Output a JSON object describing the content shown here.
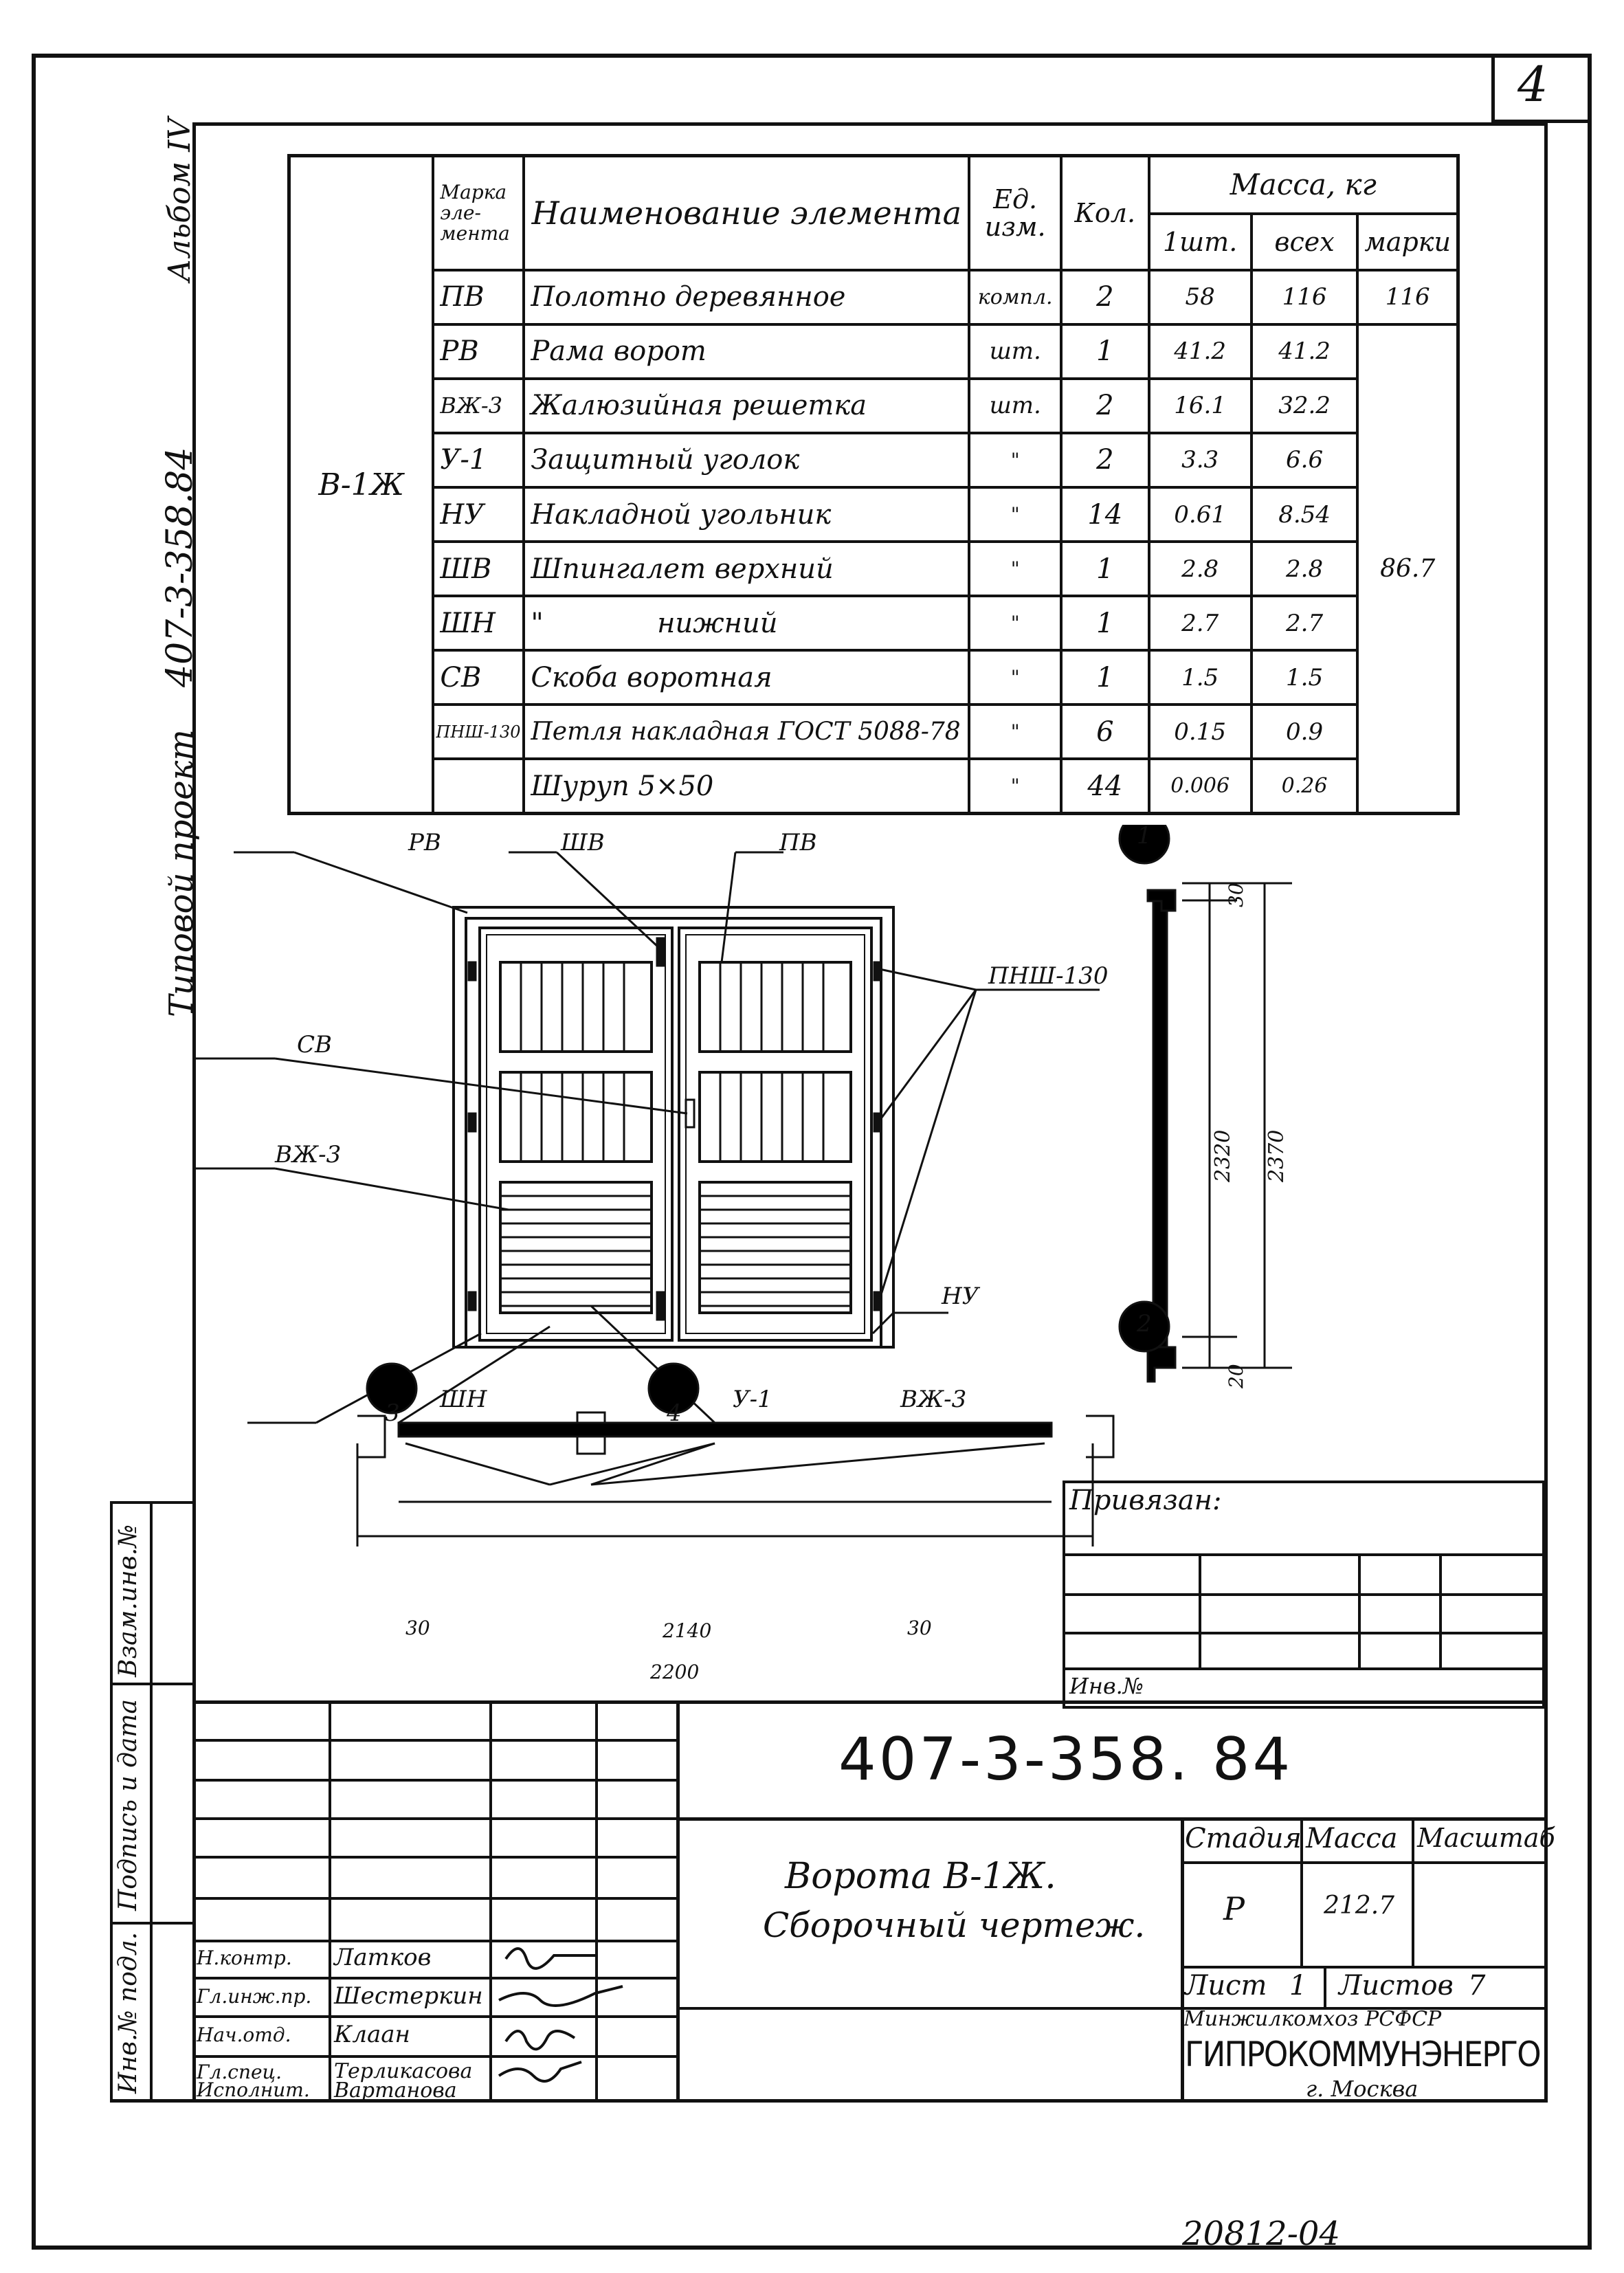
{
  "sheet": {
    "page_number": "4",
    "side_album": "Альбом IV",
    "side_project_label": "Типовой проект",
    "side_project_code": "407-3-358.84",
    "bottom_number": "20812-04"
  },
  "spec_table": {
    "headers": {
      "mark": "Марка эле- мента",
      "name": "Наименование элемента",
      "unit": "Ед. изм.",
      "qty": "Кол.",
      "mass": "Масса, кг",
      "mass_one": "1шт.",
      "mass_all": "всех",
      "mass_mark": "марки"
    },
    "group_mark": "В-1Ж",
    "total_mass_mark": "86.7",
    "rows": [
      {
        "mark": "ПВ",
        "name": "Полотно деревянное",
        "unit": "компл.",
        "qty": "2",
        "one": "58",
        "all": "116",
        "markmass": "116"
      },
      {
        "mark": "РВ",
        "name": "Рама ворот",
        "unit": "шт.",
        "qty": "1",
        "one": "41.2",
        "all": "41.2",
        "markmass": ""
      },
      {
        "mark": "ВЖ-3",
        "name": "Жалюзийная решетка",
        "unit": "шт.",
        "qty": "2",
        "one": "16.1",
        "all": "32.2",
        "markmass": ""
      },
      {
        "mark": "У-1",
        "name": "Защитный уголок",
        "unit": "\"",
        "qty": "2",
        "one": "3.3",
        "all": "6.6",
        "markmass": ""
      },
      {
        "mark": "НУ",
        "name": "Накладной угольник",
        "unit": "\"",
        "qty": "14",
        "one": "0.61",
        "all": "8.54",
        "markmass": ""
      },
      {
        "mark": "ШВ",
        "name": "Шпингалет верхний",
        "unit": "\"",
        "qty": "1",
        "one": "2.8",
        "all": "2.8",
        "markmass": ""
      },
      {
        "mark": "ШН",
        "name": "\"             нижний",
        "unit": "\"",
        "qty": "1",
        "one": "2.7",
        "all": "2.7",
        "markmass": ""
      },
      {
        "mark": "СВ",
        "name": "Скоба воротная",
        "unit": "\"",
        "qty": "1",
        "one": "1.5",
        "all": "1.5",
        "markmass": ""
      },
      {
        "mark": "ПНШ-130",
        "name": "Петля накладная ГОСТ 5088-78",
        "unit": "\"",
        "qty": "6",
        "one": "0.15",
        "all": "0.9",
        "markmass": ""
      },
      {
        "mark": "",
        "name": "Шуруп  5×50",
        "unit": "\"",
        "qty": "44",
        "one": "0.006",
        "all": "0.26",
        "markmass": ""
      }
    ]
  },
  "drawing": {
    "callouts": [
      "РВ",
      "ШВ",
      "ПВ",
      "ПНШ-130",
      "СВ",
      "ВЖ-3",
      "НУ",
      "ШН",
      "У-1",
      "ВЖ-3"
    ],
    "section_marks": [
      "1",
      "2",
      "3",
      "4"
    ],
    "dims": {
      "d_top": "30",
      "d_inner": "2320",
      "d_outer": "2370",
      "d_bottom": "20",
      "w_left": "30",
      "w_inner": "2140",
      "w_right": "30",
      "w_total": "2200"
    }
  },
  "binding_box": {
    "title": "Привязан:",
    "inv": "Инв.№"
  },
  "title_block": {
    "code": "407-3-358. 84",
    "name_line1": "Ворота В-1Ж.",
    "name_line2": "Сборочный чертеж.",
    "stage_label": "Стадия",
    "mass_label": "Масса",
    "scale_label": "Масштаб",
    "stage": "Р",
    "mass": "212.7",
    "sheet_label": "Лист",
    "sheet_no": "1",
    "sheets_label": "Листов",
    "sheets_no": "7",
    "ministry": "Минжилкомхоз  РСФСР",
    "org": "ГИПРОКОММУНЭНЕРГО",
    "city": "г. Москва",
    "roles": [
      {
        "role": "Н.контр.",
        "name": "Латков"
      },
      {
        "role": "Гл.инж.пр.",
        "name": "Шестеркин"
      },
      {
        "role": "Нач.отд.",
        "name": "Клаан"
      },
      {
        "role": "Гл.спец.",
        "name": "Терликасова"
      },
      {
        "role": "Исполнит.",
        "name": "Вартанова"
      }
    ]
  },
  "side_stamp": {
    "f1": "Взам.инв.№",
    "f2": "Подпись и дата",
    "f3": "Инв.№ подл."
  }
}
